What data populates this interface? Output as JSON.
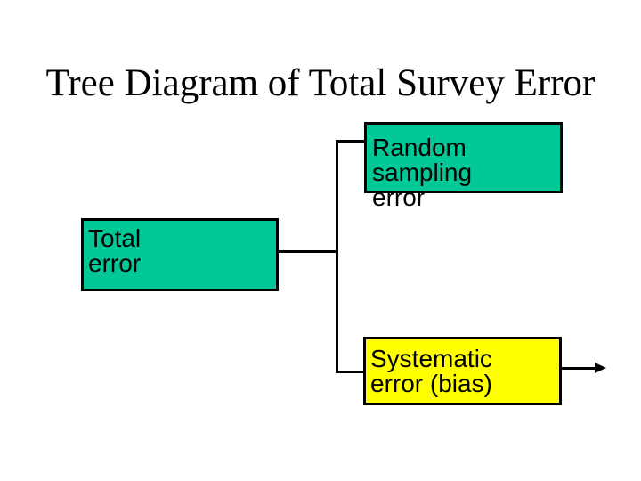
{
  "slide": {
    "title": "Tree Diagram of Total Survey Error",
    "background_color": "#FFFFFF",
    "title_color": "#000000"
  },
  "diagram": {
    "type": "tree",
    "root_label": "Total error",
    "branches": [
      "Random sampling error",
      "Systematic error (bias)"
    ],
    "nodes": {
      "total": {
        "label": "Total\nerror",
        "fill": "#00C896",
        "border_color": "#000000",
        "text_color": "#000000"
      },
      "random": {
        "label": "Random sampling\nerror",
        "fill": "#00C896",
        "border_color": "#000000",
        "text_color": "#000000"
      },
      "systematic": {
        "label": "Systematic\nerror (bias)",
        "fill": "#FFFF00",
        "border_color": "#000000",
        "text_color": "#000000"
      }
    },
    "connector_color": "#000000",
    "output_arrow": true
  }
}
